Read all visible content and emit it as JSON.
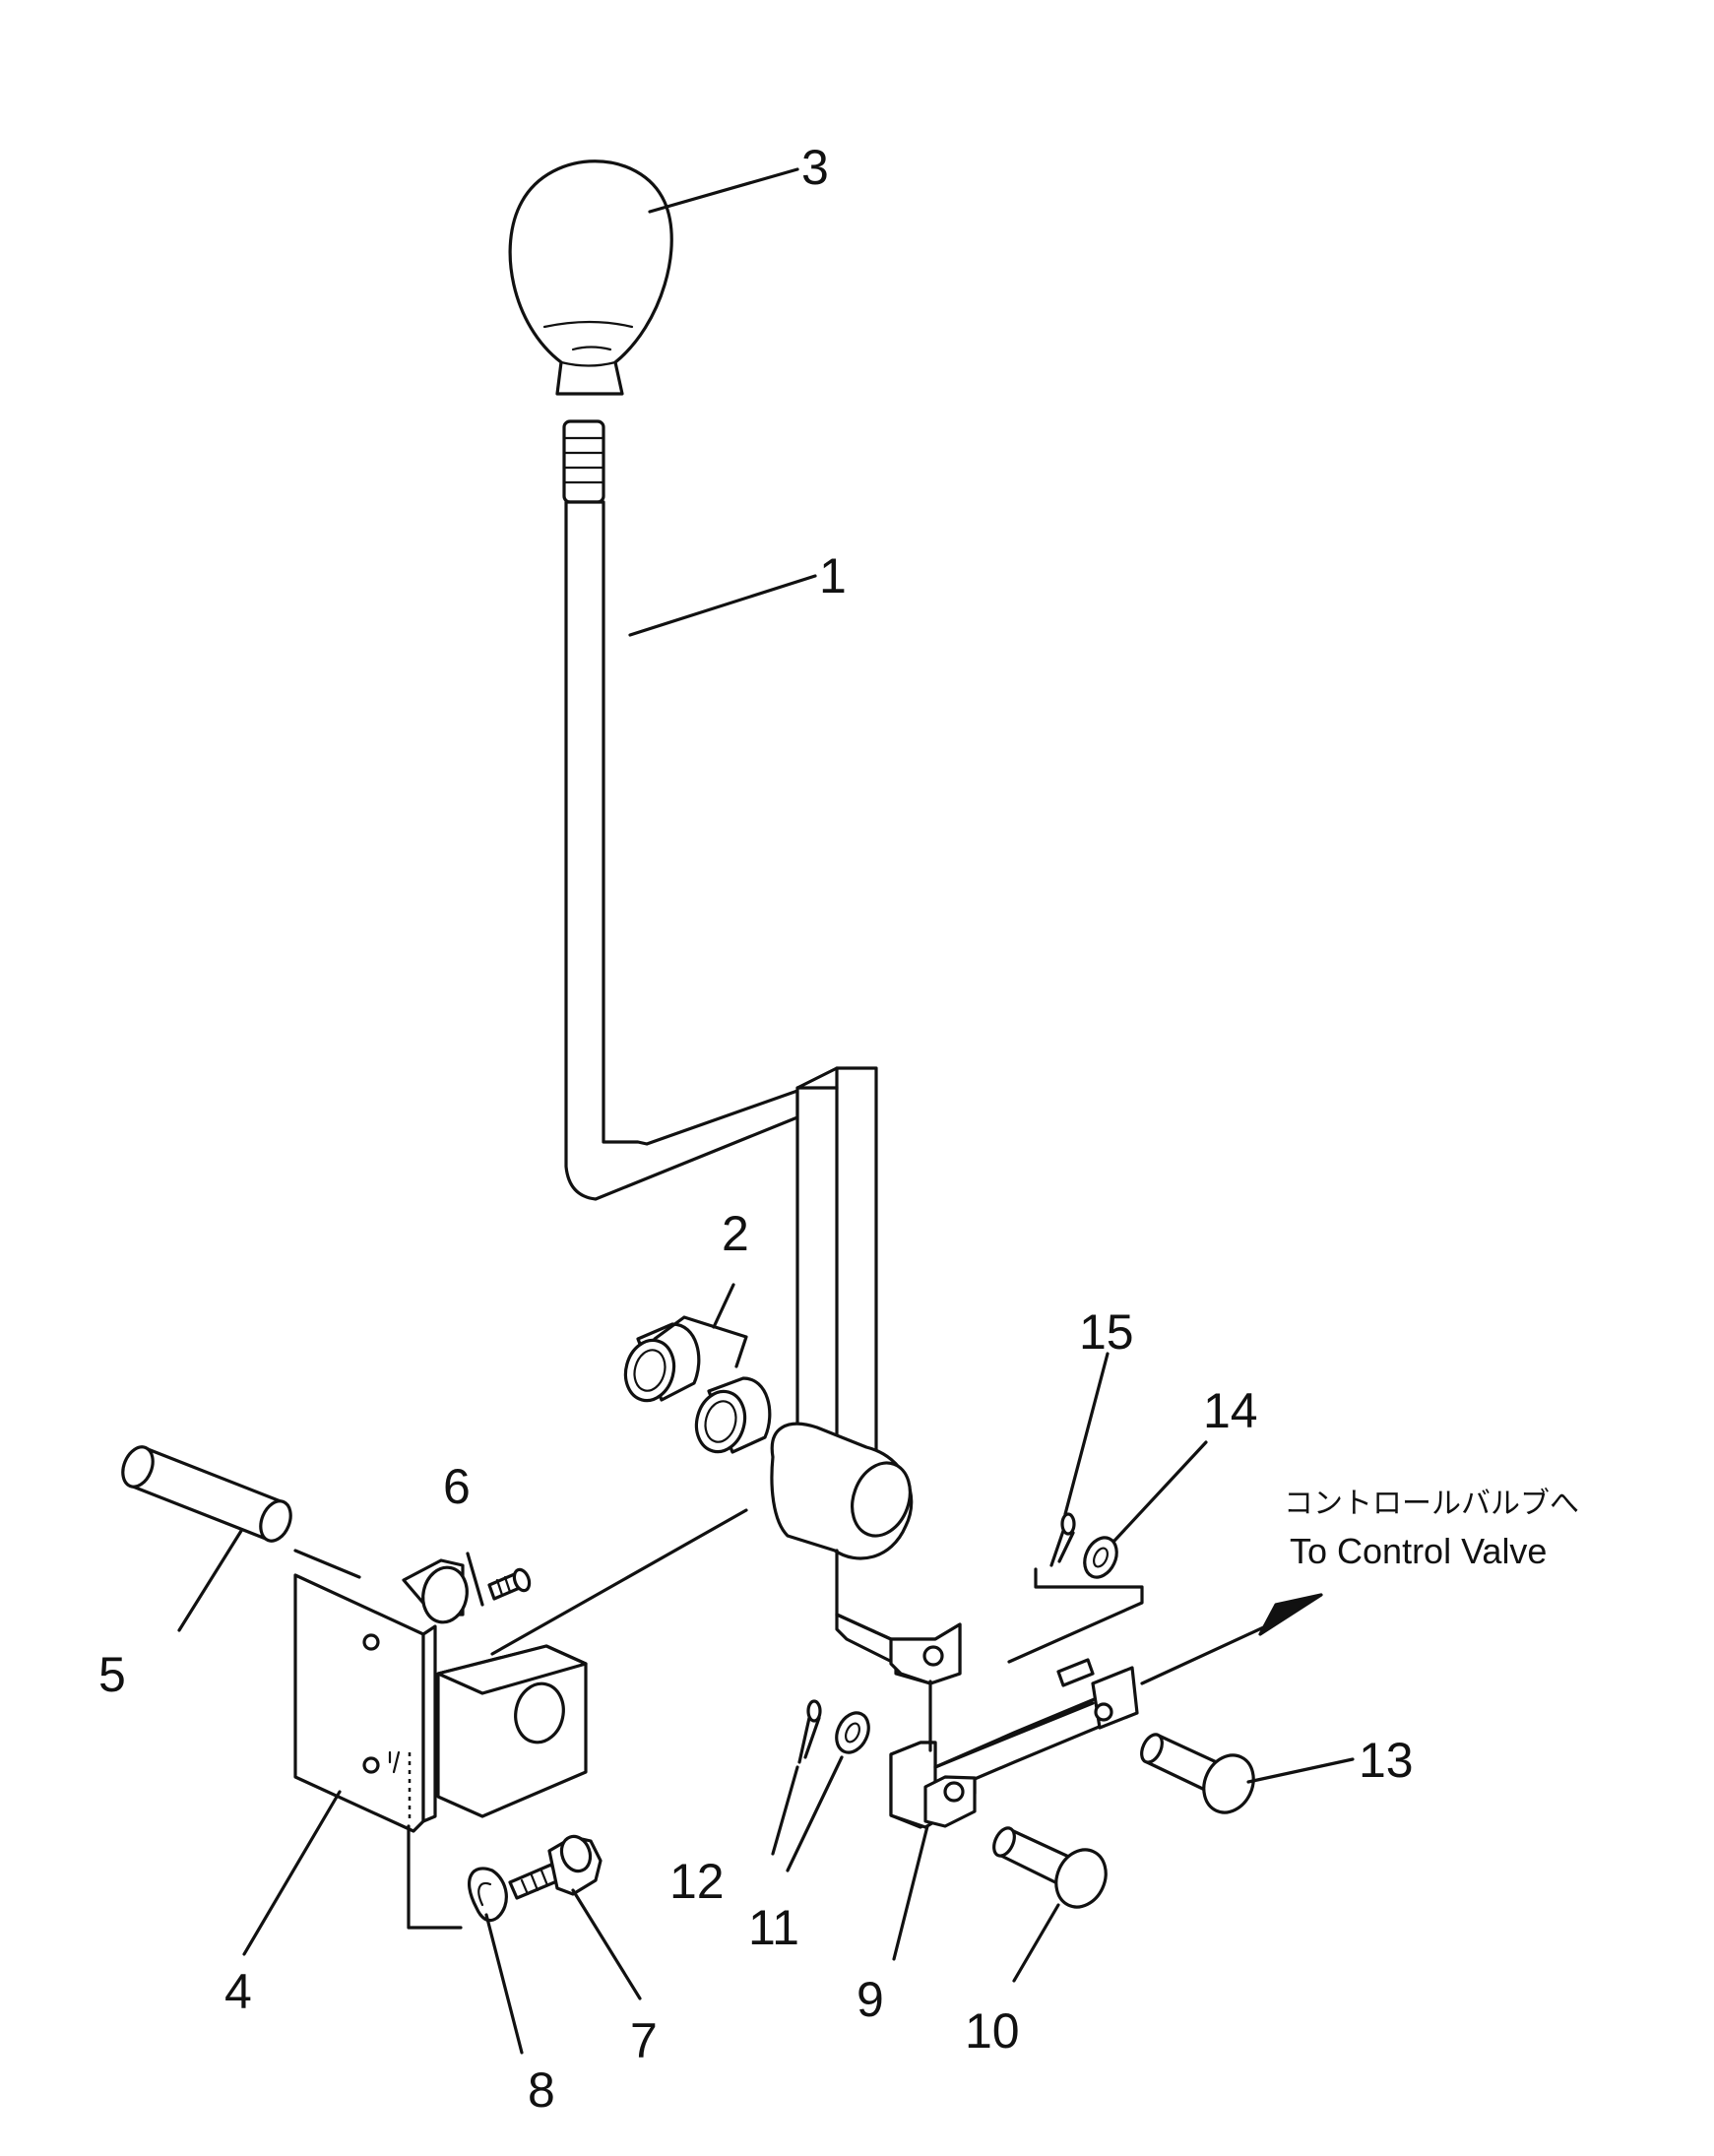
{
  "diagram": {
    "part_numbers": [
      "1",
      "2",
      "3",
      "4",
      "5",
      "6",
      "7",
      "8",
      "9",
      "10",
      "11",
      "12",
      "13",
      "14",
      "15"
    ],
    "callout_jp": "コントロールバルブへ",
    "callout_en": "To Control Valve"
  }
}
